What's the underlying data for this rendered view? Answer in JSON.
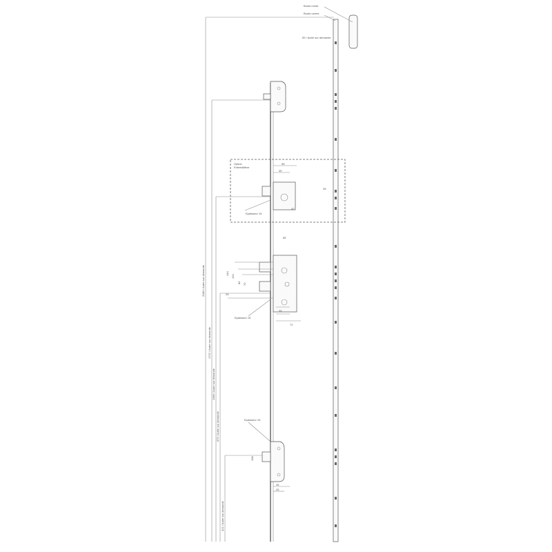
{
  "labels": {
    "round_ends": "Bouts ronds",
    "square_ends": "Bouts carrés",
    "top_length": "59 / Autre sur demande",
    "option_title_1": "Option",
    "option_title_2": "Entrebâilleur",
    "thickness_option": "Epaisseur 15",
    "thickness_main": "Epaisseur 15",
    "thickness_bottom": "Epaisseur 15"
  },
  "vertical_dimensions": [
    "2080 / Autre sur demande",
    "1722 / Autre sur demande",
    "1385 / Autre sur demande",
    "875 / Autre sur demande",
    "421 / Autre sur demande"
  ],
  "main_lock_dims": [
    "65",
    "144",
    "120",
    "85",
    "70",
    "25",
    "35",
    "72"
  ],
  "option_dims": [
    "55",
    "35",
    "42",
    "28"
  ],
  "bottom_dims": [
    "108",
    "35",
    "25"
  ]
}
